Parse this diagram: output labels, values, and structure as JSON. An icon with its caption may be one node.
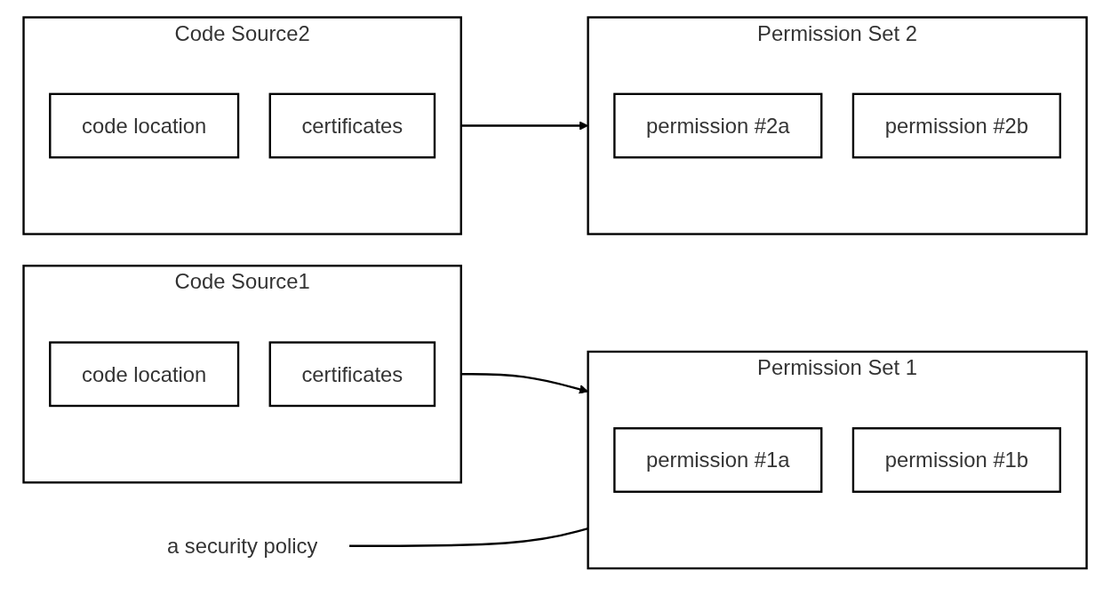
{
  "diagram": {
    "nodes": [
      {
        "text": [
          "Code Source1"
        ]
      },
      {
        "text": [
          "code location"
        ],
        "in": 0
      },
      {
        "text": [
          "certificates"
        ],
        "in": 0
      },
      {
        "text": [
          "Permission Set 1"
        ]
      },
      {
        "text": [
          "permission #1a"
        ],
        "in": 3
      },
      {
        "text": [
          "permission #1b"
        ],
        "in": 3
      },
      {
        "text": [
          "a security policy"
        ]
      },
      {
        "text": [
          "Code Source2"
        ]
      },
      {
        "text": [
          "code location"
        ],
        "in": 7
      },
      {
        "text": [
          "certificates"
        ],
        "in": 7
      },
      {
        "text": [
          "Permission Set 2"
        ]
      },
      {
        "text": [
          "permission #2a"
        ],
        "in": 10
      },
      {
        "text": [
          "permission #2b"
        ],
        "in": 10
      }
    ],
    "edges": [
      {
        "from": 0,
        "to": 3,
        "arrow": "to"
      },
      {
        "from": 6,
        "to": 3,
        "arrow": "none"
      },
      {
        "from": 7,
        "to": 10,
        "arrow": "to"
      }
    ]
  }
}
